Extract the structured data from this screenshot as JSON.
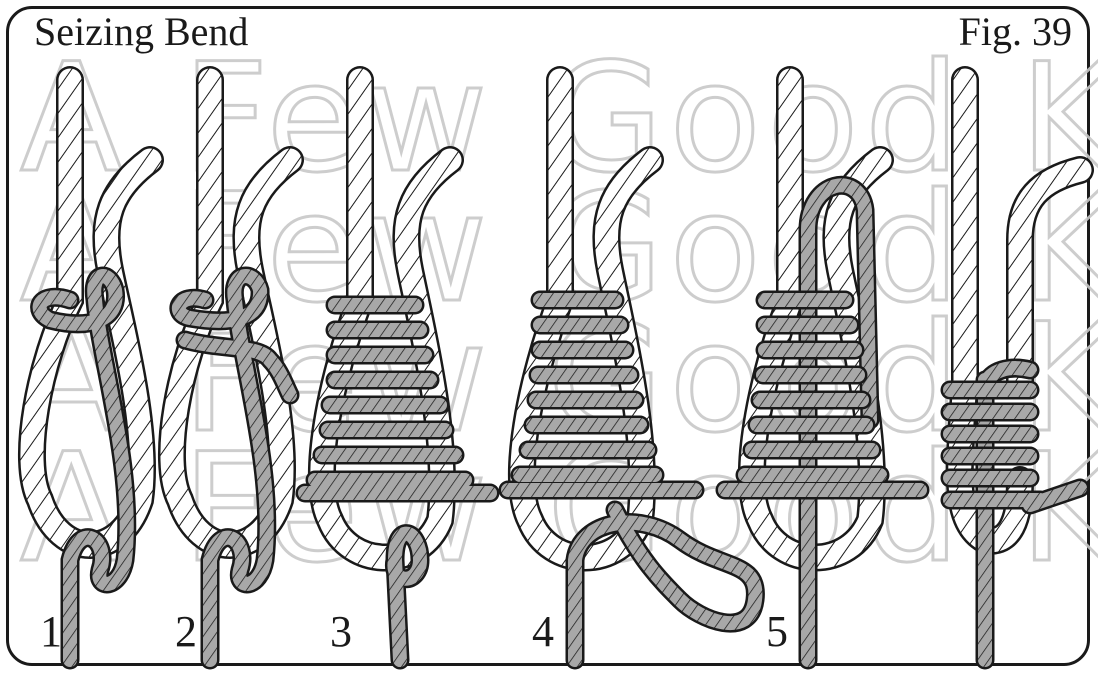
{
  "header": {
    "title": "Seizing Bend",
    "figure": "Fig. 39"
  },
  "watermark": {
    "text": "A Few Good Knots"
  },
  "steps": [
    {
      "number": "1"
    },
    {
      "number": "2"
    },
    {
      "number": "3"
    },
    {
      "number": "4"
    },
    {
      "number": "5"
    },
    {
      "number": ""
    }
  ],
  "colors": {
    "white_rope": "#ffffff",
    "gray_rope": "#a8a8a8",
    "outline": "#1a1a1a",
    "watermark": "#c8c8c8"
  }
}
